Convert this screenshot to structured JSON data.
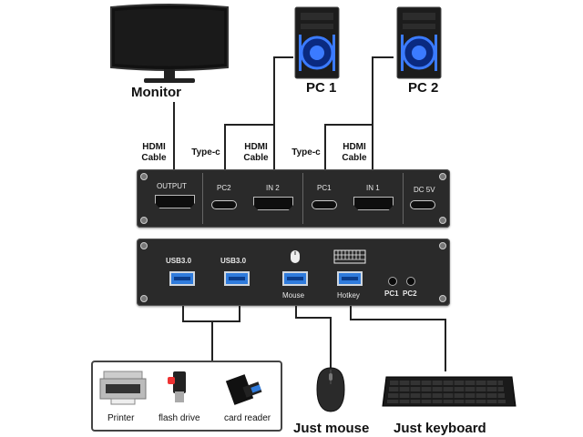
{
  "labels": {
    "monitor": "Monitor",
    "pc1": "PC 1",
    "pc2": "PC 2",
    "hdmi_cable_1": "HDMI\nCable",
    "hdmi_cable_2": "HDMI\nCable",
    "hdmi_cable_3": "HDMI\nCable",
    "typec_1": "Type-c",
    "typec_2": "Type-c",
    "just_mouse": "Just mouse",
    "just_keyboard": "Just keyboard"
  },
  "front_panel": {
    "ports": [
      "OUTPUT",
      "PC2",
      "IN 2",
      "PC1",
      "IN 1",
      "DC 5V"
    ]
  },
  "back_panel": {
    "usb1": "USB3.0",
    "usb2": "USB3.0",
    "mouse": "Mouse",
    "hotkey": "Hotkey",
    "pc1": "PC1",
    "pc2": "PC2"
  },
  "devices": {
    "printer": "Printer",
    "flash_drive": "flash drive",
    "card_reader": "card reader"
  },
  "colors": {
    "usb_blue": "#2f7bdc",
    "pc_led_blue": "#3b7bff",
    "box_body": "#2a2a2a"
  },
  "icons": [
    "monitor-icon",
    "pc-tower-icon",
    "mouse-icon",
    "keyboard-icon",
    "printer-icon",
    "flash-drive-icon",
    "card-reader-icon"
  ]
}
